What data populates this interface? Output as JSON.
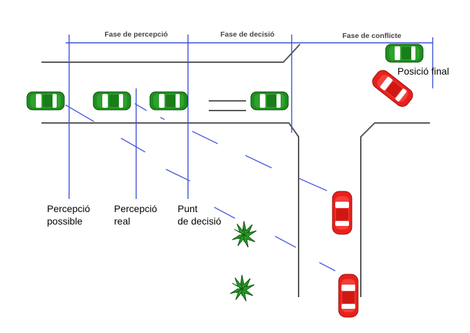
{
  "phases": {
    "perception": "Fase de percepció",
    "decision": "Fase de decisió",
    "conflict": "Fase de conflicte"
  },
  "labels": {
    "possible_perception": [
      "Percepció",
      "possible"
    ],
    "real_perception": [
      "Percepció",
      "real"
    ],
    "decision_point": [
      "Punt",
      "de decisió"
    ],
    "final_position": "Posició final"
  },
  "colors": {
    "phase_line": "#3a4fd6",
    "green_car": "#1f8f1f",
    "red_car": "#e8201c",
    "road": "#555555"
  },
  "icons": [
    "green-car-icon",
    "red-car-icon",
    "plant-icon"
  ]
}
